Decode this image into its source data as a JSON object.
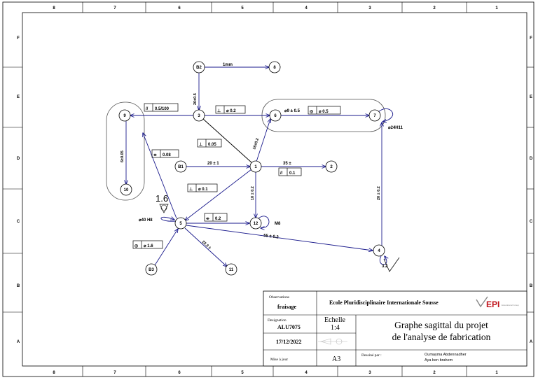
{
  "border": {
    "columns": [
      "8",
      "7",
      "6",
      "5",
      "4",
      "3",
      "2",
      "1"
    ],
    "rows": [
      "F",
      "E",
      "D",
      "C",
      "B",
      "A"
    ]
  },
  "nodes": [
    {
      "id": "B2",
      "label": "B2"
    },
    {
      "id": "8",
      "label": "8"
    },
    {
      "id": "9",
      "label": "9"
    },
    {
      "id": "3",
      "label": "3"
    },
    {
      "id": "6",
      "label": "6"
    },
    {
      "id": "7",
      "label": "7"
    },
    {
      "id": "B1",
      "label": "B1"
    },
    {
      "id": "1",
      "label": "1"
    },
    {
      "id": "2",
      "label": "2"
    },
    {
      "id": "10",
      "label": "10"
    },
    {
      "id": "5",
      "label": "5"
    },
    {
      "id": "12",
      "label": "12"
    },
    {
      "id": "4",
      "label": "4"
    },
    {
      "id": "B3",
      "label": "B3"
    },
    {
      "id": "11",
      "label": "11"
    }
  ],
  "edge_labels": {
    "b2_8": "1mm",
    "b2_3": "20±0.5",
    "n9_10": "6±0.05",
    "n1_6": "16±0.2",
    "b1_1": "20 ± 1",
    "n1_2": "35 ±",
    "n1_12": "10 ± 0.2",
    "n4_7": "20 ± 0.2",
    "n5_11": "22.3 ±",
    "n5_4": "55 ± 0.2"
  },
  "tolerances": {
    "parallel_9": {
      "symbol": "//",
      "value": "0.5/100"
    },
    "perp_3_6": {
      "symbol": "⊥",
      "value": "⌀ 0.2"
    },
    "perp_3_1": {
      "symbol": "⊥",
      "value": "0.05"
    },
    "sym_5_9": {
      "symbol": "⌯",
      "value": "0.08"
    },
    "perp_1_5": {
      "symbol": "⊥",
      "value": "⌀ 0.1"
    },
    "parallel_1_2": {
      "symbol": "//",
      "value": "0.1"
    },
    "sym_5_12": {
      "symbol": "⌯",
      "value": "0.2"
    },
    "conc_5": {
      "symbol": "◎",
      "value": "⌀ 1.6"
    },
    "conc_6_7": {
      "symbol": "◎",
      "value": "⌀ 0.5"
    }
  },
  "annotations": {
    "hole_6_7": "⌀9 ± 0.5",
    "bore_7": "⌀24H11",
    "bore_5": "⌀40 H8",
    "rough_5": "1.6",
    "thread_12": "M8",
    "rough_4": "3.2"
  },
  "title_block": {
    "observations_label": "Observations",
    "observations_value": "fraisage",
    "school": "Ecole Pluridisciplinaire Internationale Sousse",
    "logo_text": "EPI",
    "logo_sub": "Educational Group",
    "designation_label": "Designation",
    "designation_value": "ALU7075",
    "scale_label": "Echelle",
    "scale_value": "1:4",
    "title_line1": "Graphe sagittal du projet",
    "title_line2": "de l'analyse de fabrication",
    "date": "17/12/2022",
    "update_label": "Mise à jour",
    "format": "A3",
    "drawn_by_label": "Dessiné par :",
    "author1": "Oumayma Abdennadher",
    "author2": "Aya ben brahem"
  },
  "colors": {
    "arrow": "#1a1a8c",
    "line": "#000000"
  }
}
